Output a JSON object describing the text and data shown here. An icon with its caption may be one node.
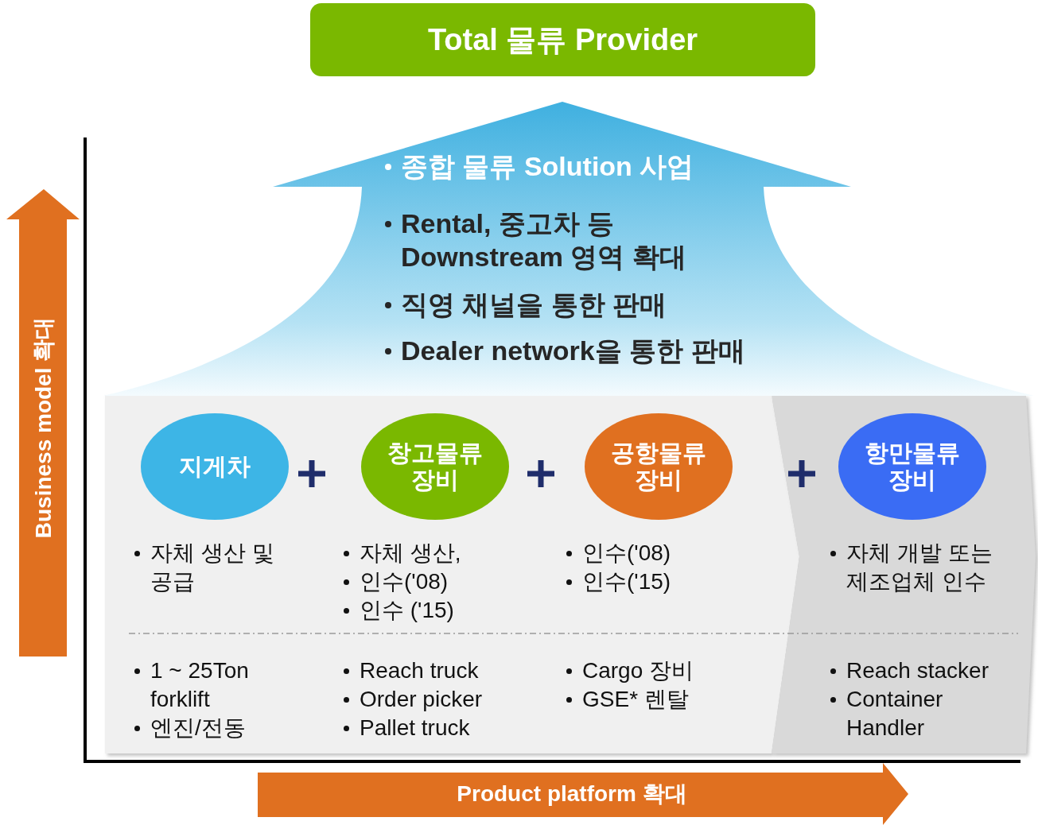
{
  "diagram": {
    "nodes": [
      {
        "text": [
          "Total 물류 Provider"
        ]
      },
      {
        "text": [
          "종합 물류 Solution 사업",
          "Rental, 중고차 등 Downstream 영역 확대",
          "직영 채널을 통한 판매",
          "Dealer network을 통한 판매"
        ]
      },
      {
        "text": [
          "지게차"
        ],
        "beside": [
          "자체 생산 및 공급",
          "1 ~ 25Ton forklift",
          "엔진/전동"
        ]
      },
      {
        "text": [
          "창고물류 장비"
        ],
        "beside": [
          "자체 생산,",
          "인수('08)",
          "인수 ('15)",
          "Reach truck",
          "Order picker",
          "Pallet truck"
        ]
      },
      {
        "text": [
          "공항물류 장비"
        ],
        "beside": [
          "인수('08)",
          "인수('15)",
          "Cargo 장비",
          "GSE* 렌탈"
        ]
      },
      {
        "text": [
          "항만물류 장비"
        ],
        "beside": [
          "자체 개발 또는 제조업체 인수",
          "Reach stacker",
          "Container Handler"
        ]
      },
      {
        "text": [
          "Business model 확대"
        ]
      },
      {
        "text": [
          "Product platform 확대"
        ]
      }
    ]
  }
}
